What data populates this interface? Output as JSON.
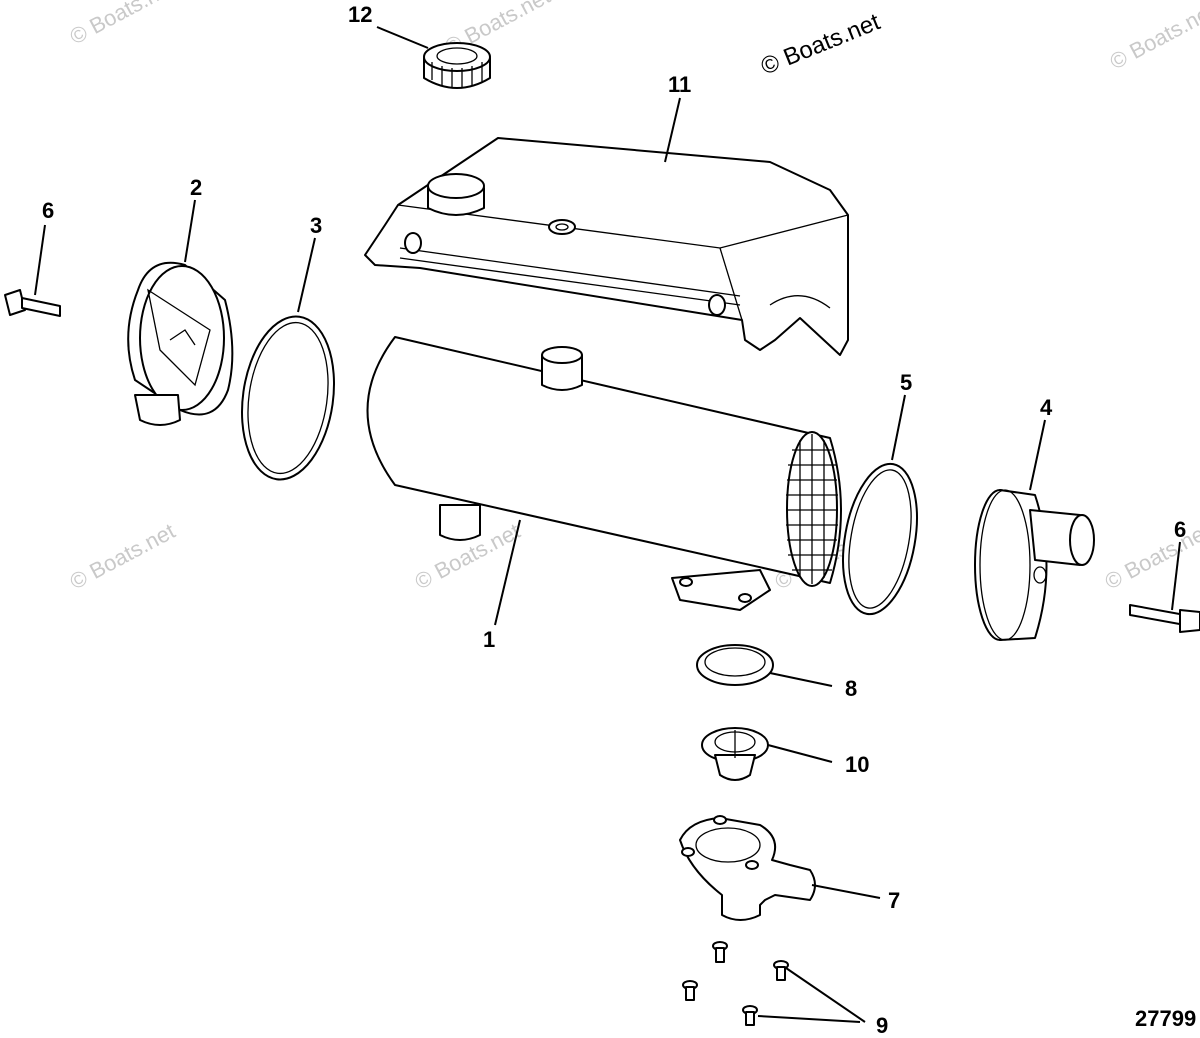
{
  "watermark": {
    "text": "© Boats.net",
    "primary_text": "© Boats.net"
  },
  "diagram_code": "27799",
  "callouts": {
    "c1": "1",
    "c2": "2",
    "c3": "3",
    "c4": "4",
    "c5": "5",
    "c6a": "6",
    "c6b": "6",
    "c7": "7",
    "c8": "8",
    "c9": "9",
    "c10": "10",
    "c11": "11",
    "c12": "12"
  }
}
